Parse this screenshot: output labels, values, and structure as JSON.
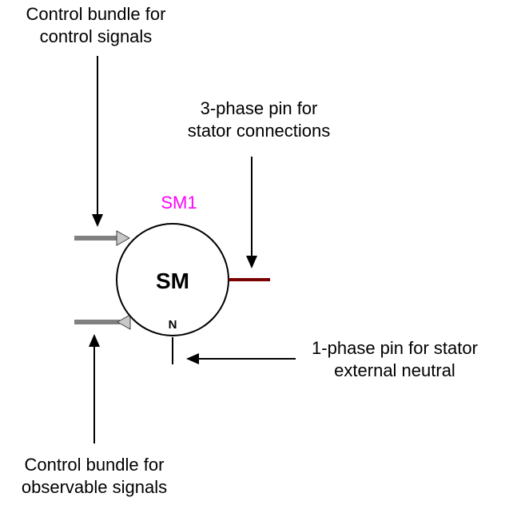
{
  "annotations": {
    "control_input": [
      "Control bundle for",
      "control signals"
    ],
    "stator_3phase": [
      "3-phase pin for",
      "stator connections"
    ],
    "neutral_1phase": [
      "1-phase pin for stator",
      "external neutral"
    ],
    "control_output": [
      "Control bundle for",
      "observable signals"
    ]
  },
  "block": {
    "name": "SM1",
    "symbol": "SM",
    "neutral_pin": "N"
  },
  "colors": {
    "instance_name": "#ff00ff",
    "stator_pin": "#7a0000",
    "control_bundle": "#808080",
    "port_arrow_fill": "#c8c8c8",
    "outline": "#000000"
  }
}
